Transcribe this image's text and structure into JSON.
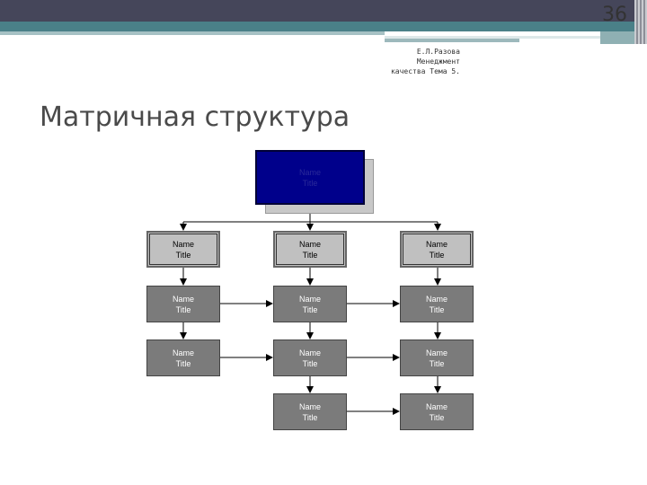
{
  "slide_number": "36",
  "author": {
    "line1": "Е.Л.Разова",
    "line2": "Менеджмент",
    "line3": "качества Тема 5."
  },
  "title": "Матричная структура",
  "chart": {
    "top": {
      "name": "Name",
      "title": "Title"
    },
    "node": {
      "name": "Name",
      "title": "Title"
    }
  },
  "colors": {
    "top": "#00008b",
    "header": "#c0c0c0",
    "unit": "#7b7b7b"
  }
}
